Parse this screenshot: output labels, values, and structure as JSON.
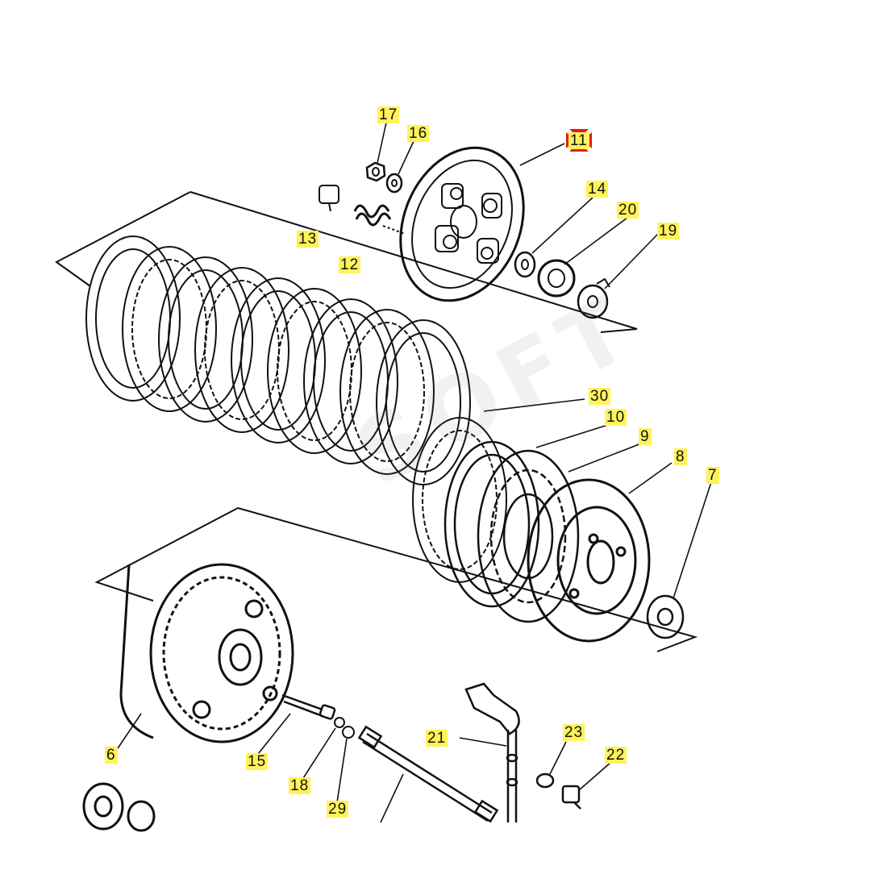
{
  "diagram": {
    "callouts": [
      {
        "id": "c17",
        "text": "17"
      },
      {
        "id": "c16",
        "text": "16"
      },
      {
        "id": "c11",
        "text": "11"
      },
      {
        "id": "c14",
        "text": "14"
      },
      {
        "id": "c20",
        "text": "20"
      },
      {
        "id": "c19",
        "text": "19"
      },
      {
        "id": "c13",
        "text": "13"
      },
      {
        "id": "c12",
        "text": "12"
      },
      {
        "id": "c30",
        "text": "30"
      },
      {
        "id": "c10",
        "text": "10"
      },
      {
        "id": "c9",
        "text": "9"
      },
      {
        "id": "c8",
        "text": "8"
      },
      {
        "id": "c7",
        "text": "7"
      },
      {
        "id": "c6",
        "text": "6"
      },
      {
        "id": "c15",
        "text": "15"
      },
      {
        "id": "c18",
        "text": "18"
      },
      {
        "id": "c29",
        "text": "29"
      },
      {
        "id": "c21",
        "text": "21"
      },
      {
        "id": "c23",
        "text": "23"
      },
      {
        "id": "c22",
        "text": "22"
      }
    ],
    "watermark": "SOFT",
    "highlight_color": "#fff35a",
    "marker_color": "#e31b1b",
    "line_color": "#111111"
  }
}
